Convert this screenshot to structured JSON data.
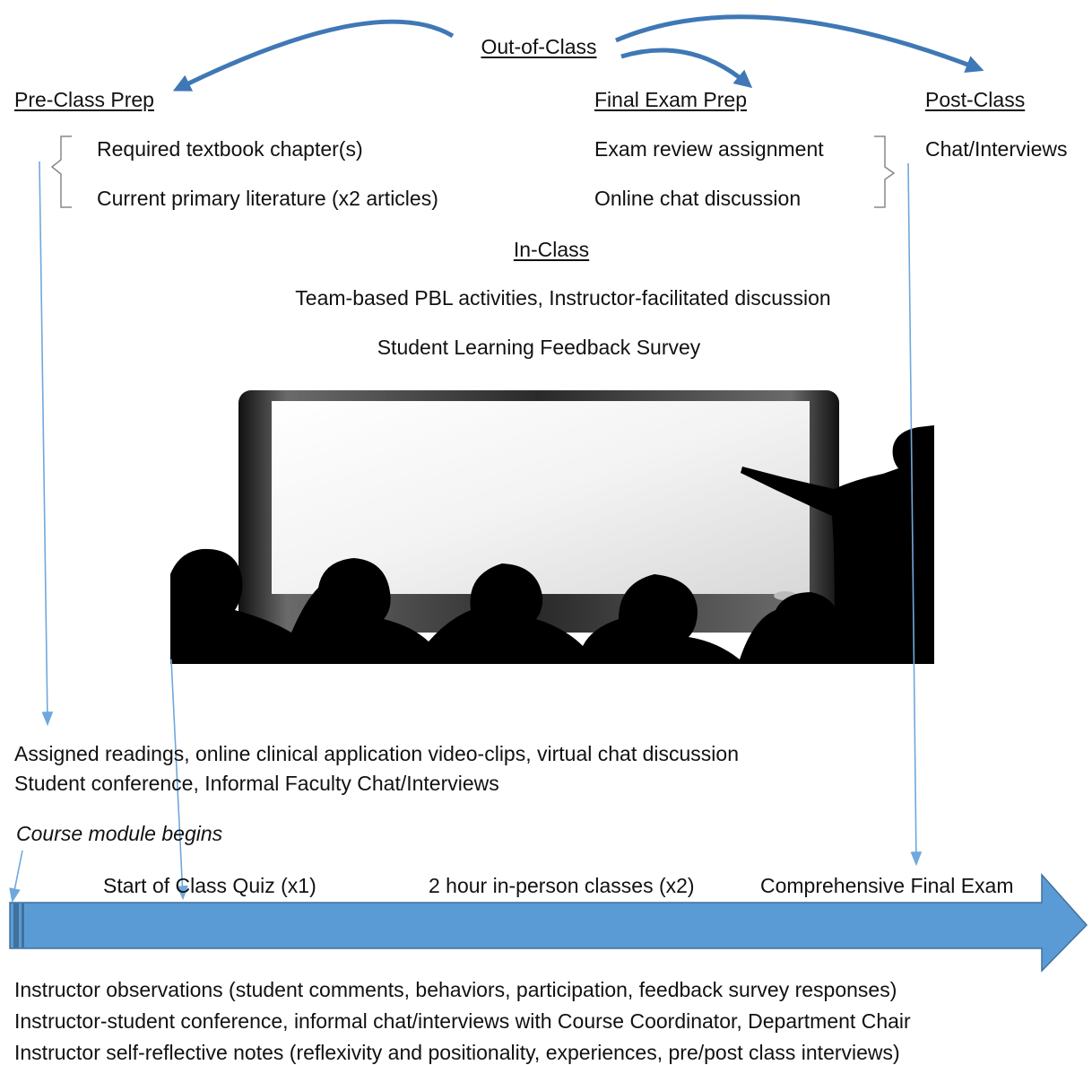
{
  "headings": {
    "out_of_class": "Out-of-Class",
    "pre_class": "Pre-Class Prep",
    "final_exam": "Final Exam Prep",
    "post_class": "Post-Class",
    "in_class": "In-Class"
  },
  "pre_class_items": [
    "Required textbook chapter(s)",
    "Current primary literature (x2 articles)"
  ],
  "final_exam_items": [
    "Exam review assignment",
    "Online chat discussion"
  ],
  "post_class_items": [
    "Chat/Interviews"
  ],
  "in_class_items": [
    "Team-based PBL activities, Instructor-facilitated discussion",
    "Student Learning Feedback Survey"
  ],
  "activities": [
    "Assigned readings, online clinical application video-clips, virtual chat discussion",
    "Student conference, Informal Faculty Chat/Interviews"
  ],
  "course_start": "Course module begins",
  "timeline": {
    "quiz": "Start of Class Quiz (x1)",
    "classes": "2 hour in-person classes (x2)",
    "final": "Comprehensive Final Exam",
    "color": "#5b9bd5"
  },
  "observations": [
    "Instructor observations (student comments, behaviors, participation, feedback survey responses)",
    "Instructor-student conference, informal chat/interviews with Course Coordinator, Department Chair",
    "Instructor self-reflective notes (reflexivity and positionality, experiences, pre/post class interviews)"
  ],
  "colors": {
    "arrow": "#3f78b5",
    "line": "#6fa8dc"
  }
}
